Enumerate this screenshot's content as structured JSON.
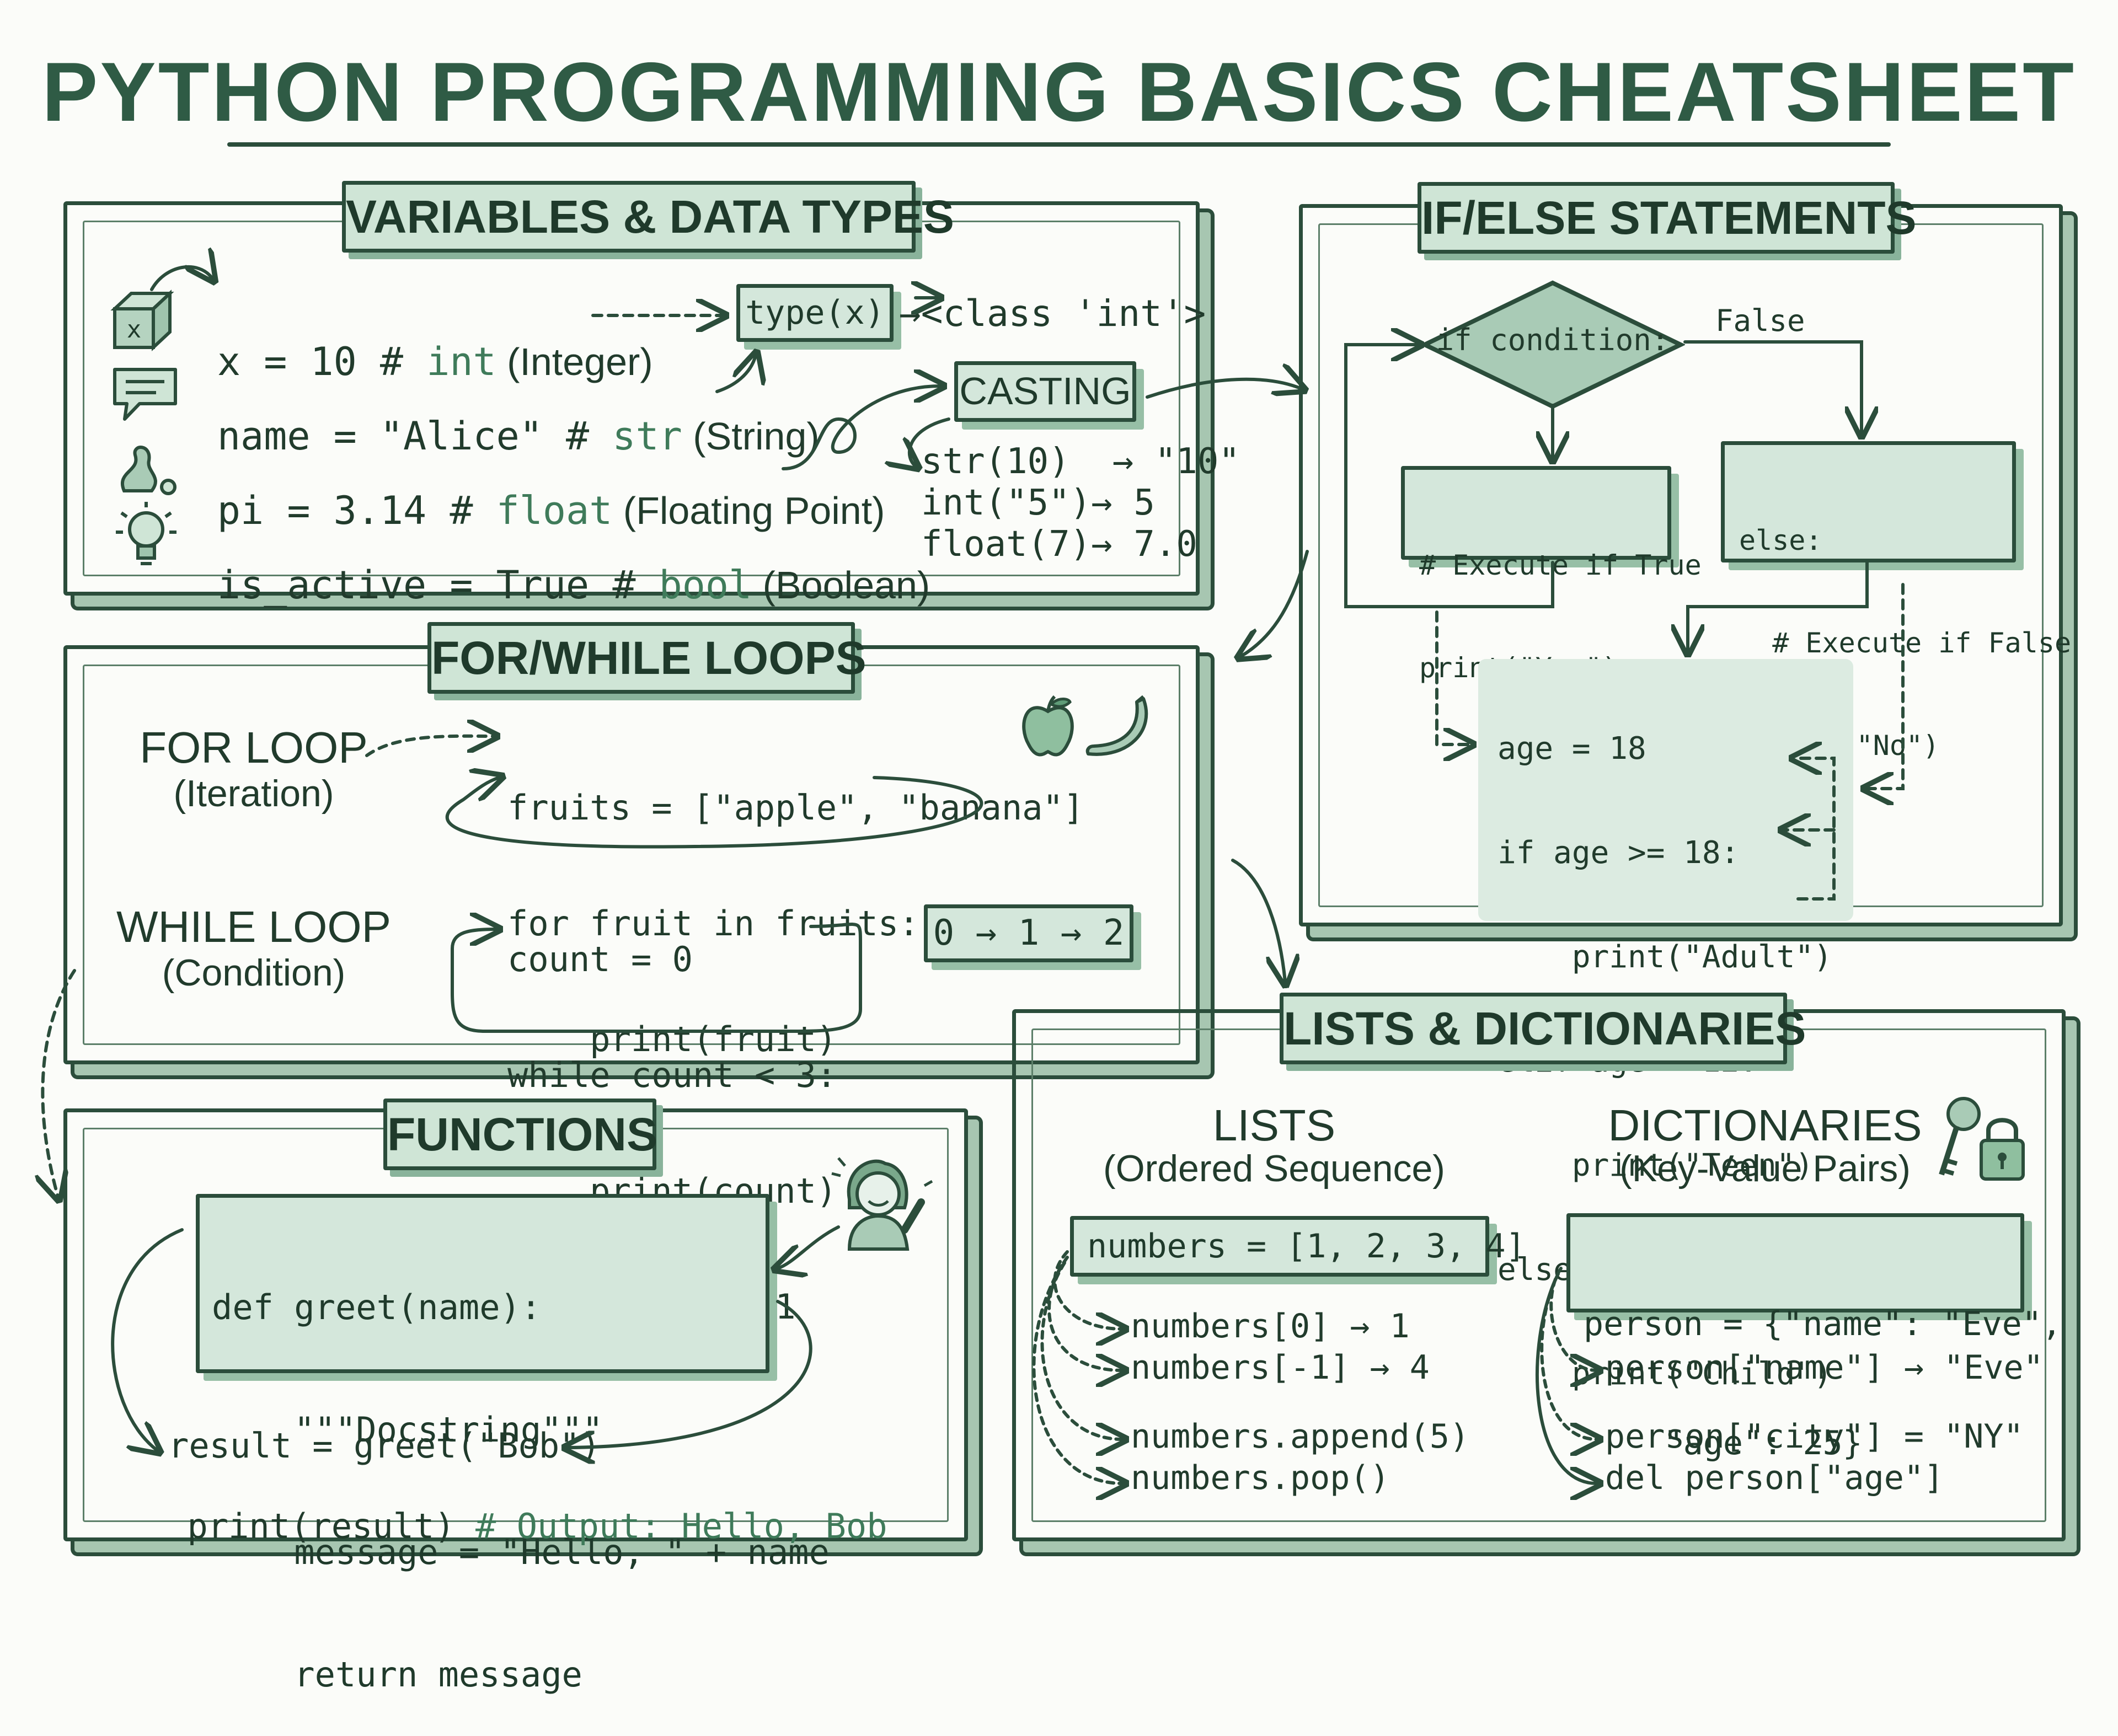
{
  "title": "PYTHON PROGRAMMING BASICS CHEATSHEET",
  "variables": {
    "heading": "VARIABLES & DATA TYPES",
    "box_icon_letter": "x",
    "rows": [
      {
        "icon": "box-icon",
        "code": "x = 10 # ",
        "type_kw": "int",
        "desc": " (Integer)"
      },
      {
        "icon": "speech-bubble-icon",
        "code": "name = \"Alice\" # ",
        "type_kw": "str",
        "desc": " (String)"
      },
      {
        "icon": "decimal-point-icon",
        "code": "pi = 3.14 # ",
        "type_kw": "float",
        "desc": " (Floating Point)"
      },
      {
        "icon": "lightbulb-icon",
        "code": "is_active = True # ",
        "type_kw": "bool",
        "desc": " (Boolean)"
      }
    ],
    "type_call": "type(x)",
    "type_result": "→<class 'int'>",
    "casting_label": "CASTING",
    "casting_examples": [
      "str(10)  → \"10\"",
      "int(\"5\")→ 5",
      "float(7)→ 7.0"
    ]
  },
  "ifelse": {
    "heading": "IF/ELSE STATEMENTS",
    "condition": "if condition:",
    "false_label": "False",
    "true_box": [
      "# Execute if True",
      "print(\"Yes\")"
    ],
    "false_box": [
      "else:",
      "  # Execute if False",
      "print(\"No\")"
    ],
    "example_code": [
      "age = 18",
      "if age >= 18:",
      "    print(\"Adult\")",
      "elif age > 12:",
      "    print(\"Teen\")",
      "else:",
      "    print(\"Child\")"
    ]
  },
  "loops": {
    "heading": "FOR/WHILE LOOPS",
    "for_title": "FOR LOOP",
    "for_sub": "(Iteration)",
    "for_code": [
      "fruits = [\"apple\", \"banana\"]",
      "for fruit in fruits:",
      "    print(fruit)"
    ],
    "while_title": "WHILE LOOP",
    "while_sub": "(Condition)",
    "while_code": [
      "count = 0",
      "while count < 3:",
      "    print(count)",
      "    count += 1"
    ],
    "while_output": "0 → 1 → 2"
  },
  "functions": {
    "heading": "FUNCTIONS",
    "def_code": [
      "def greet(name):",
      "    \"\"\"Docstring\"\"\"",
      "    message = \"Hello, \" + name",
      "    return message"
    ],
    "call_line": "result = greet(\"Bob\")",
    "print_line": "print(result) ",
    "output_comment": "# Output: Hello, Bob"
  },
  "lists_dicts": {
    "heading": "LISTS & DICTIONARIES",
    "lists_title": "LISTS",
    "lists_sub": "(Ordered Sequence)",
    "list_def": "numbers = [1, 2, 3, 4]",
    "list_ops": [
      "numbers[0] → 1",
      "numbers[-1] → 4",
      "numbers.append(5)",
      "numbers.pop()"
    ],
    "dict_title": "DICTIONARIES",
    "dict_sub": "(Key-Value Pairs)",
    "dict_def": [
      "person = {\"name\": \"Eve\",",
      "    \"age\": 25}"
    ],
    "dict_ops": [
      "person[\"name\"] → \"Eve\"",
      "person[\"city\"] = \"NY\"",
      "del person[\"age\"]"
    ]
  },
  "colors": {
    "ink": "#2b4d3b",
    "panel_fill": "#cfe5d6",
    "keyword_green": "#3f7b5a",
    "code_bg": "#dcebe1"
  }
}
